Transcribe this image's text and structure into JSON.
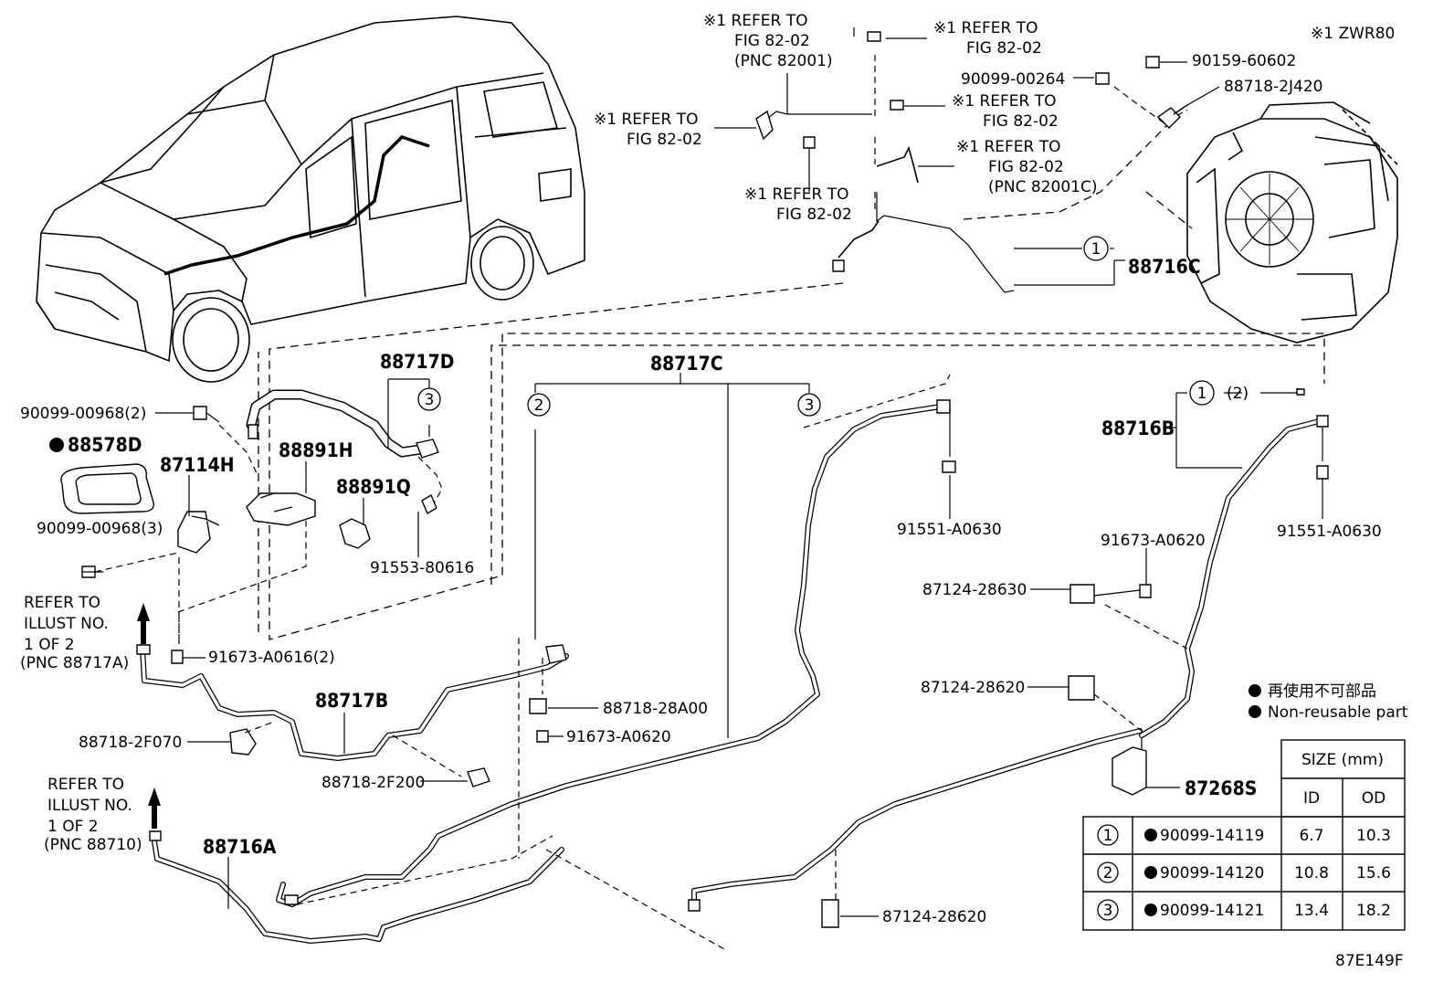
{
  "labels": {
    "ref1a": [
      "※1 REFER TO",
      "FIG 82-02",
      "(PNC 82001)"
    ],
    "ref1b": [
      "※1 REFER TO",
      "FIG 82-02"
    ],
    "ref1c": [
      "※1 REFER TO",
      "FIG 82-02"
    ],
    "ref1d": [
      "※1 REFER TO",
      "FIG 82-02"
    ],
    "ref1e": [
      "※1 REFER TO",
      "FIG 82-02"
    ],
    "ref1f": [
      "※1 REFER TO",
      "FIG 82-02",
      "(PNC 82001C)"
    ],
    "zwr80": "※1 ZWR80",
    "p90099_00264": "90099-00264",
    "p90159_60602": "90159-60602",
    "p88718_2J420": "88718-2J420",
    "p88716C": "88716C",
    "p88717D": "88717D",
    "p88717C": "88717C",
    "p90099_00968_2": "90099-00968(2)",
    "p88578D": "88578D",
    "p87114H": "87114H",
    "p88891H": "88891H",
    "p88891Q": "88891Q",
    "p90099_00968_3": "90099-00968(3)",
    "p91553_80616": "91553-80616",
    "p91551_A0630a": "91551-A0630",
    "p91551_A0630b": "91551-A0630",
    "p88716B": "88716B",
    "qty2": "(2)",
    "p91673_A0620a": "91673-A0620",
    "p87124_28630": "87124-28630",
    "p87124_28620a": "87124-28620",
    "p87124_28620b": "87124-28620",
    "p87268S": "87268S",
    "refer717A": [
      "REFER TO",
      "ILLUST NO.",
      "1 OF 2",
      "(PNC 88717A)"
    ],
    "refer710": [
      "REFER TO",
      "ILLUST NO.",
      "1 OF 2",
      "(PNC 88710)"
    ],
    "p91673_A0616": "91673-A0616(2)",
    "p88717B": "88717B",
    "p88718_2F070": "88718-2F070",
    "p88718_2F200": "88718-2F200",
    "p88718_28A00": "88718-28A00",
    "p91673_A0620b": "91673-A0620",
    "p88716A": "88716A",
    "figure_code": "87E149F"
  },
  "callouts": {
    "c1": "1",
    "c2": "2",
    "c3": "3"
  },
  "legend": {
    "line1": "再使用不可部品",
    "line2": "Non-reusable part"
  },
  "size_table": {
    "header_size": "SIZE (mm)",
    "header_id": "ID",
    "header_od": "OD",
    "rows": [
      {
        "ref": "1",
        "part": "90099-14119",
        "id": "6.7",
        "od": "10.3"
      },
      {
        "ref": "2",
        "part": "90099-14120",
        "id": "10.8",
        "od": "15.6"
      },
      {
        "ref": "3",
        "part": "90099-14121",
        "id": "13.4",
        "od": "18.2"
      }
    ]
  },
  "icons": {
    "bullet": "non-reusable-dot-icon",
    "arrow": "up-arrow-icon",
    "vehicle": "minivan-illustration",
    "unit": "ac-unit-illustration"
  }
}
